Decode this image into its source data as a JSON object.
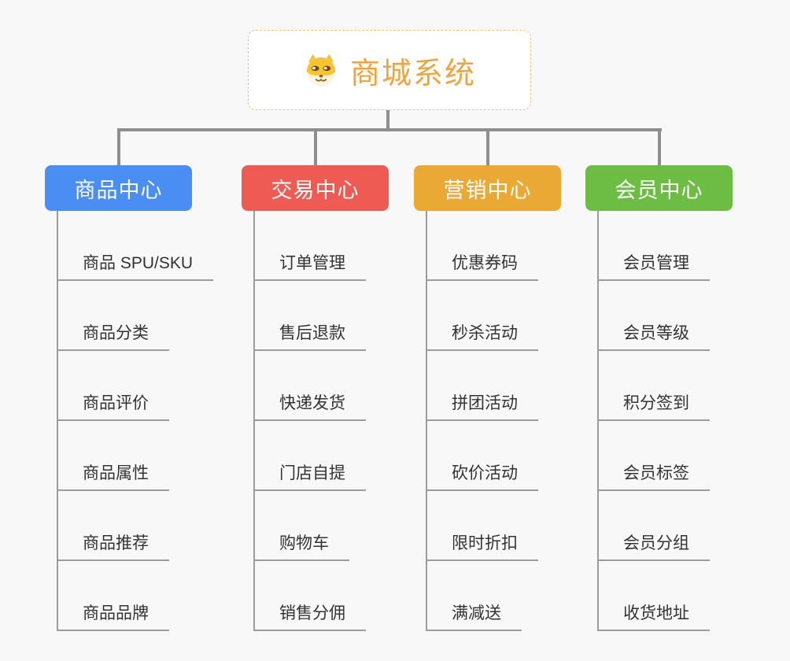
{
  "root": {
    "title": "商城系统",
    "icon": "dog-face-icon",
    "title_color": "#f0a43e",
    "border_color": "#f2c27c"
  },
  "connector_color": "#8e8e8e",
  "columns": [
    {
      "label": "商品中心",
      "color": "#4a8df3",
      "items": [
        "商品 SPU/SKU",
        "商品分类",
        "商品评价",
        "商品属性",
        "商品推荐",
        "商品品牌"
      ]
    },
    {
      "label": "交易中心",
      "color": "#ee5b52",
      "items": [
        "订单管理",
        "售后退款",
        "快递发货",
        "门店自提",
        "购物车",
        "销售分佣"
      ]
    },
    {
      "label": "营销中心",
      "color": "#eaa935",
      "items": [
        "优惠券码",
        "秒杀活动",
        "拼团活动",
        "砍价活动",
        "限时折扣",
        "满减送"
      ]
    },
    {
      "label": "会员中心",
      "color": "#6dbd45",
      "items": [
        "会员管理",
        "会员等级",
        "积分签到",
        "会员标签",
        "会员分组",
        "收货地址"
      ]
    }
  ]
}
